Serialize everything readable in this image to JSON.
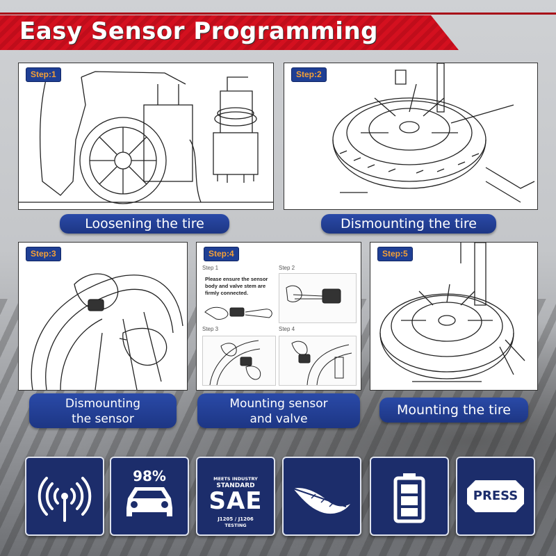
{
  "header": {
    "title": "Easy Sensor Programming"
  },
  "steps": [
    {
      "tag": "Step:1",
      "caption": "Loosening the tire"
    },
    {
      "tag": "Step:2",
      "caption": "Dismounting the tire"
    },
    {
      "tag": "Step:3",
      "caption_line1": "Dismounting",
      "caption_line2": "the sensor"
    },
    {
      "tag": "Step:4",
      "caption_line1": "Mounting sensor",
      "caption_line2": "and valve",
      "sub": {
        "s1": "Step 1",
        "s2": "Step 2",
        "s3": "Step 3",
        "s4": "Step 4",
        "note_line1": "Please ensure the sensor",
        "note_line2": "body and valve stem are",
        "note_line3": "firmly connected."
      }
    },
    {
      "tag": "Step:5",
      "caption": "Mounting the tire"
    }
  ],
  "features": {
    "coverage": "98%",
    "sae_top1": "MEETS INDUSTRY",
    "sae_top2": "STANDARD",
    "sae_main": "SAE",
    "sae_bottom1": "J1205 / J1206",
    "sae_bottom2": "TESTING",
    "press": "PRESS",
    "icons": [
      "signal-antenna-icon",
      "car-icon",
      "sae-standard-icon",
      "feather-icon",
      "battery-icon",
      "press-button-icon"
    ]
  },
  "colors": {
    "header_red": "#d4101f",
    "caption_blue": "#1f3f94",
    "step_tag_text": "#f4a037",
    "tile_blue": "#1c2d6b"
  }
}
